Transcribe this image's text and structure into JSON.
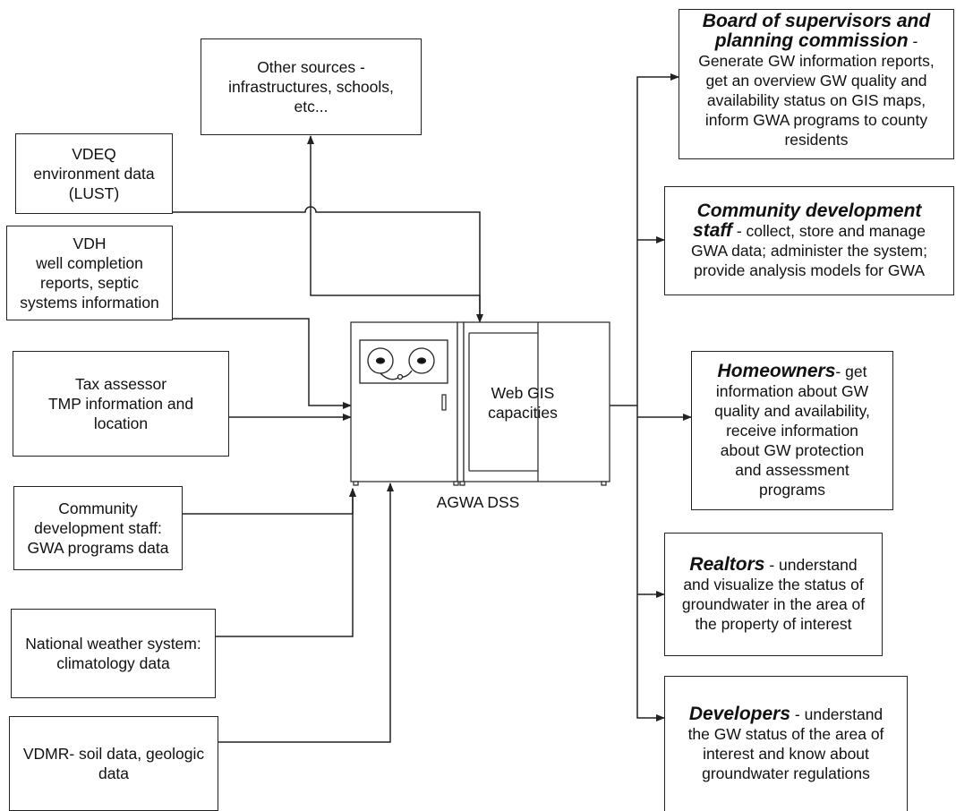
{
  "colors": {
    "line": "#222222",
    "fill": "#ffffff",
    "text": "#111111"
  },
  "diagram": {
    "sources": {
      "other": {
        "line1": "Other sources -",
        "line2": "infrastructures, schools,",
        "line3": "etc..."
      },
      "vdeq": {
        "line1": "VDEQ",
        "line2": "environment data",
        "line3": "(LUST)"
      },
      "vdh": {
        "line1": "VDH",
        "line2": "well completion",
        "line3": "reports, septic",
        "line4": "systems information"
      },
      "tax": {
        "line1": "Tax assessor",
        "line2": "TMP information and",
        "line3": "location"
      },
      "community": {
        "line1": "Community",
        "line2": "development staff:",
        "line3": "GWA programs data"
      },
      "weather": {
        "line1": "National weather system:",
        "line2": "climatology data"
      },
      "vdmr": {
        "line1": "VDMR- soil data, geologic",
        "line2": "data"
      }
    },
    "center": {
      "screen_label_1": "Web GIS",
      "screen_label_2": "capacities",
      "caption": "AGWA DSS",
      "icons": [
        "server-cabinet-icon",
        "tape-reel-icon"
      ]
    },
    "users": {
      "board": {
        "title_1": "Board of supervisors and",
        "title_2": "planning commission",
        "title_suffix": " -",
        "lines": [
          "Generate GW information reports,",
          "get an overview GW quality and",
          "availability status on GIS maps,",
          "inform GWA programs to county",
          "residents"
        ]
      },
      "community": {
        "title_1": "Community development",
        "title_2": "staff",
        "desc_inline": " - collect, store and manage",
        "lines": [
          "GWA data; administer the system;",
          "provide analysis models for GWA"
        ]
      },
      "homeowners": {
        "title": "Homeowners",
        "desc_inline": "- get",
        "lines": [
          "information about GW",
          "quality and availability,",
          "receive information",
          "about GW protection",
          "and assessment",
          "programs"
        ]
      },
      "realtors": {
        "title": "Realtors",
        "desc_inline": " - understand",
        "lines": [
          "and visualize the status of",
          "groundwater in the area of",
          "the property of interest"
        ]
      },
      "developers": {
        "title": "Developers",
        "desc_inline": " - understand",
        "lines": [
          "the GW status of the area of",
          "interest and know about",
          "groundwater regulations"
        ]
      }
    }
  }
}
